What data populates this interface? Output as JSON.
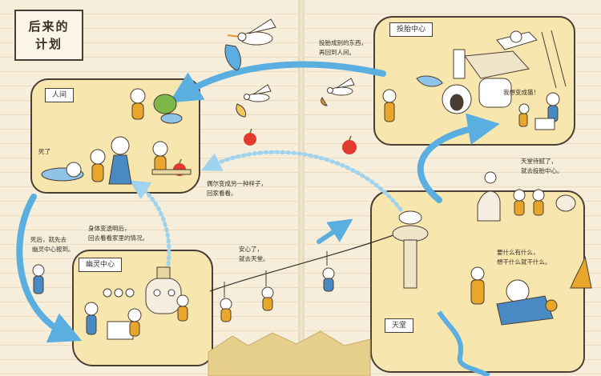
{
  "title": {
    "line1": "后来的",
    "line2": "计划"
  },
  "panels": {
    "human": {
      "label": "人间"
    },
    "ghost": {
      "label": "幽灵中心"
    },
    "reincarnation": {
      "label": "投胎中心"
    },
    "heaven": {
      "label": "天堂"
    }
  },
  "notes": {
    "dead": "死了",
    "ghost_first_1": "死后，就先去",
    "ghost_first_2": "幽灵中心报到。",
    "body_cleared_1": "身体变透明后，",
    "body_cleared_2": "回去看看家里的情况。",
    "sometimes_1": "偶尔变成另一种样子，",
    "sometimes_2": "回家看看。",
    "relieved_1": "安心了，",
    "relieved_2": "就去天堂。",
    "reborn_1": "投胎成别的东西，",
    "reborn_2": "再回到人间。",
    "want_to_be": "我想变成猫！",
    "bored_1": "天堂待腻了，",
    "bored_2": "就去投胎中心。",
    "heaven_1": "要什么有什么，",
    "heaven_2": "想干什么就干什么。"
  },
  "colors": {
    "arrow": "#5aaee0",
    "panel": "#f7e6ae",
    "outline": "#4a3d33",
    "apple": "#e23a2f"
  }
}
